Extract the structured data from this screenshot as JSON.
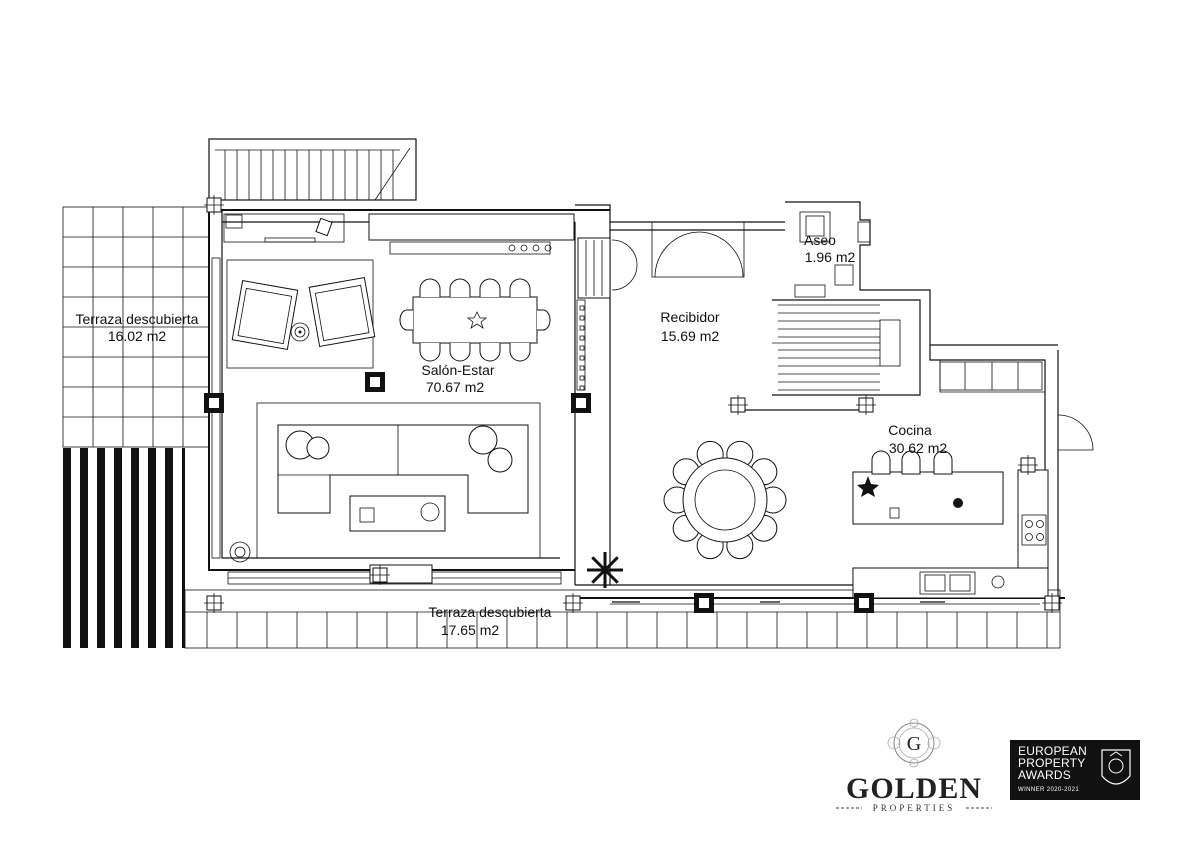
{
  "rooms": [
    {
      "name": "Terraza descubierta",
      "area": "16.02 m2"
    },
    {
      "name": "Salón-Estar",
      "area": "70.67 m2"
    },
    {
      "name": "Recibidor",
      "area": "15.69 m2"
    },
    {
      "name": "Aseo",
      "area": "1.96 m2"
    },
    {
      "name": "Cocina",
      "area": "30.62 m2"
    },
    {
      "name": "Terraza descubierta",
      "area": "17.65 m2"
    }
  ],
  "logo": {
    "monogram": "G",
    "name": "GOLDEN",
    "subtitle": "PROPERTIES"
  },
  "award": {
    "line1": "EUROPEAN",
    "line2": "PROPERTY",
    "line3": "AWARDS",
    "winner": "WINNER 2020-2021"
  },
  "colors": {
    "ink": "#111111",
    "background": "#ffffff"
  }
}
